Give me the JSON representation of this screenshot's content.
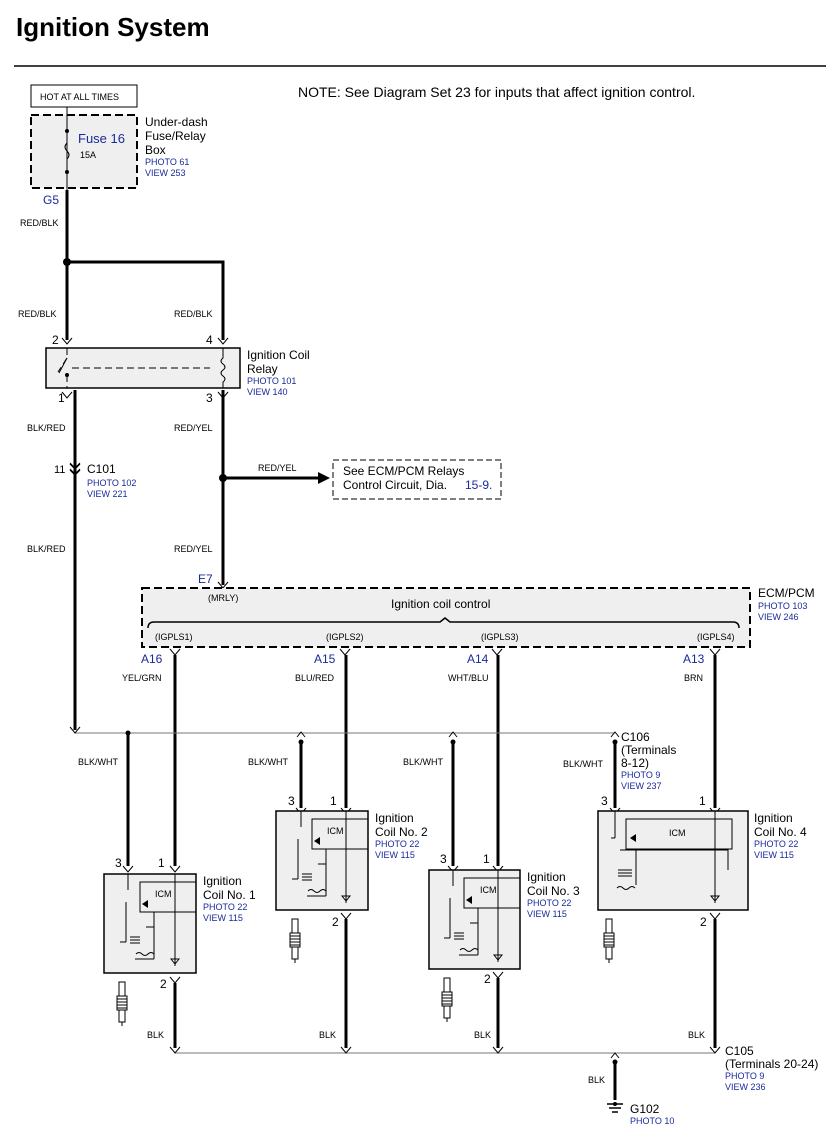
{
  "title": "Ignition System",
  "note": {
    "prefix": "NOTE: See ",
    "link": "Diagram Set",
    "suffix": " 23 for inputs that affect ignition control."
  },
  "fuse_box": {
    "hot": "HOT AT ALL TIMES",
    "fuse_label": "Fuse 16",
    "fuse_amp": "15A",
    "name1": "Under-dash",
    "name2": "Fuse/Relay",
    "name3": "Box",
    "photo": "PHOTO 61",
    "view": "VIEW 253",
    "connector": "G5"
  },
  "wires": {
    "red_blk_1": "RED/BLK",
    "red_blk_2": "RED/BLK",
    "red_blk_3": "RED/BLK",
    "blk_red_1": "BLK/RED",
    "blk_red_2": "BLK/RED",
    "red_yel_1": "RED/YEL",
    "red_yel_2": "RED/YEL",
    "red_yel_3": "RED/YEL",
    "yel_grn": "YEL/GRN",
    "blu_red": "BLU/RED",
    "wht_blu": "WHT/BLU",
    "brn": "BRN",
    "blk_wht_1": "BLK/WHT",
    "blk_wht_2": "BLK/WHT",
    "blk_wht_3": "BLK/WHT",
    "blk_wht_4": "BLK/WHT",
    "blk_1": "BLK",
    "blk_2": "BLK",
    "blk_3": "BLK",
    "blk_4": "BLK",
    "blk_5": "BLK"
  },
  "relay": {
    "name1": "Ignition Coil",
    "name2": "Relay",
    "photo": "PHOTO 101",
    "view": "VIEW 140",
    "pin_2": "2",
    "pin_4": "4",
    "pin_1": "1",
    "pin_3": "3"
  },
  "c101": {
    "pin": "11",
    "name": "C101",
    "photo": "PHOTO 102",
    "view": "VIEW 221"
  },
  "ecm_ref": {
    "line1": "See ECM/PCM Relays",
    "line2": "Control Circuit, Dia.",
    "dia": "15-9."
  },
  "ecm": {
    "name": "ECM/PCM",
    "photo": "PHOTO 103",
    "view": "VIEW 246",
    "control": "Ignition coil control",
    "mrly": "(MRLY)",
    "e7": "E7",
    "igpls1": "(IGPLS1)",
    "igpls2": "(IGPLS2)",
    "igpls3": "(IGPLS3)",
    "igpls4": "(IGPLS4)",
    "a16": "A16",
    "a15": "A15",
    "a14": "A14",
    "a13": "A13"
  },
  "c106": {
    "name": "C106",
    "sub1": "(Terminals",
    "sub2": "8-12)",
    "photo": "PHOTO 9",
    "view": "VIEW 237"
  },
  "coils": [
    {
      "name1": "Ignition",
      "name2": "Coil No. 1",
      "photo": "PHOTO 22",
      "view": "VIEW 115",
      "icm": "ICM",
      "p3": "3",
      "p1": "1",
      "p2": "2"
    },
    {
      "name1": "Ignition",
      "name2": "Coil No. 2",
      "photo": "PHOTO 22",
      "view": "VIEW 115",
      "icm": "ICM",
      "p3": "3",
      "p1": "1",
      "p2": "2"
    },
    {
      "name1": "Ignition",
      "name2": "Coil No. 3",
      "photo": "PHOTO 22",
      "view": "VIEW 115",
      "icm": "ICM",
      "p3": "3",
      "p1": "1",
      "p2": "2"
    },
    {
      "name1": "Ignition",
      "name2": "Coil No. 4",
      "photo": "PHOTO 22",
      "view": "VIEW 115",
      "icm": "ICM",
      "p3": "3",
      "p1": "1",
      "p2": "2"
    }
  ],
  "c105": {
    "name": "C105",
    "sub": "(Terminals 20-24)",
    "photo": "PHOTO 9",
    "view": "VIEW 236"
  },
  "g102": {
    "name": "G102",
    "photo": "PHOTO 10"
  }
}
